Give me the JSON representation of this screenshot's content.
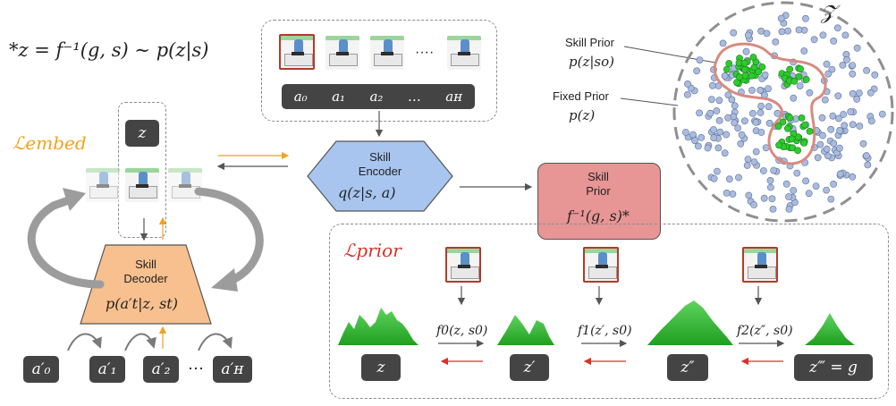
{
  "formula": "*z = f⁻¹(g, s) ∼ p(z|s)",
  "loss_embed": "ℒembed",
  "loss_prior": "ℒprior",
  "z_box": "z",
  "action_labels": [
    "a₀",
    "a₁",
    "a₂",
    "…",
    "aʜ"
  ],
  "decoded_labels": [
    "a′₀",
    "a′₁",
    "a′₂",
    "⋯",
    "a′ʜ"
  ],
  "encoder": {
    "title_line1": "Skill",
    "title_line2": "Encoder",
    "formula": "q(z|s, a)"
  },
  "decoder": {
    "title_line1": "Skill",
    "title_line2": "Decoder",
    "formula": "p(a′t|z, st)"
  },
  "prior": {
    "title_line1": "Skill",
    "title_line2": "Prior",
    "formula": "f⁻¹(g, s)*"
  },
  "latent_space": {
    "symbol": "𝒵",
    "skill_prior_label": "Skill Prior",
    "skill_prior_formula": "p(z|so)",
    "fixed_prior_label": "Fixed Prior",
    "fixed_prior_formula": "p(z)"
  },
  "flow": {
    "boxes": [
      "z",
      "z′",
      "z″",
      "z‴ = g"
    ],
    "functions": [
      "f0(z, s0)",
      "f1(z′, s0)",
      "f2(z″, s0)"
    ]
  },
  "colors": {
    "encoder_fill": "#a8c5ef",
    "decoder_fill": "#f7c08e",
    "prior_fill": "#e89595",
    "loss_embed": "#f0a21f",
    "loss_prior": "#d6322b",
    "scatter_blue": "#a9bce0",
    "scatter_green": "#2dcc2d",
    "density_green": "#2fbf2f"
  }
}
